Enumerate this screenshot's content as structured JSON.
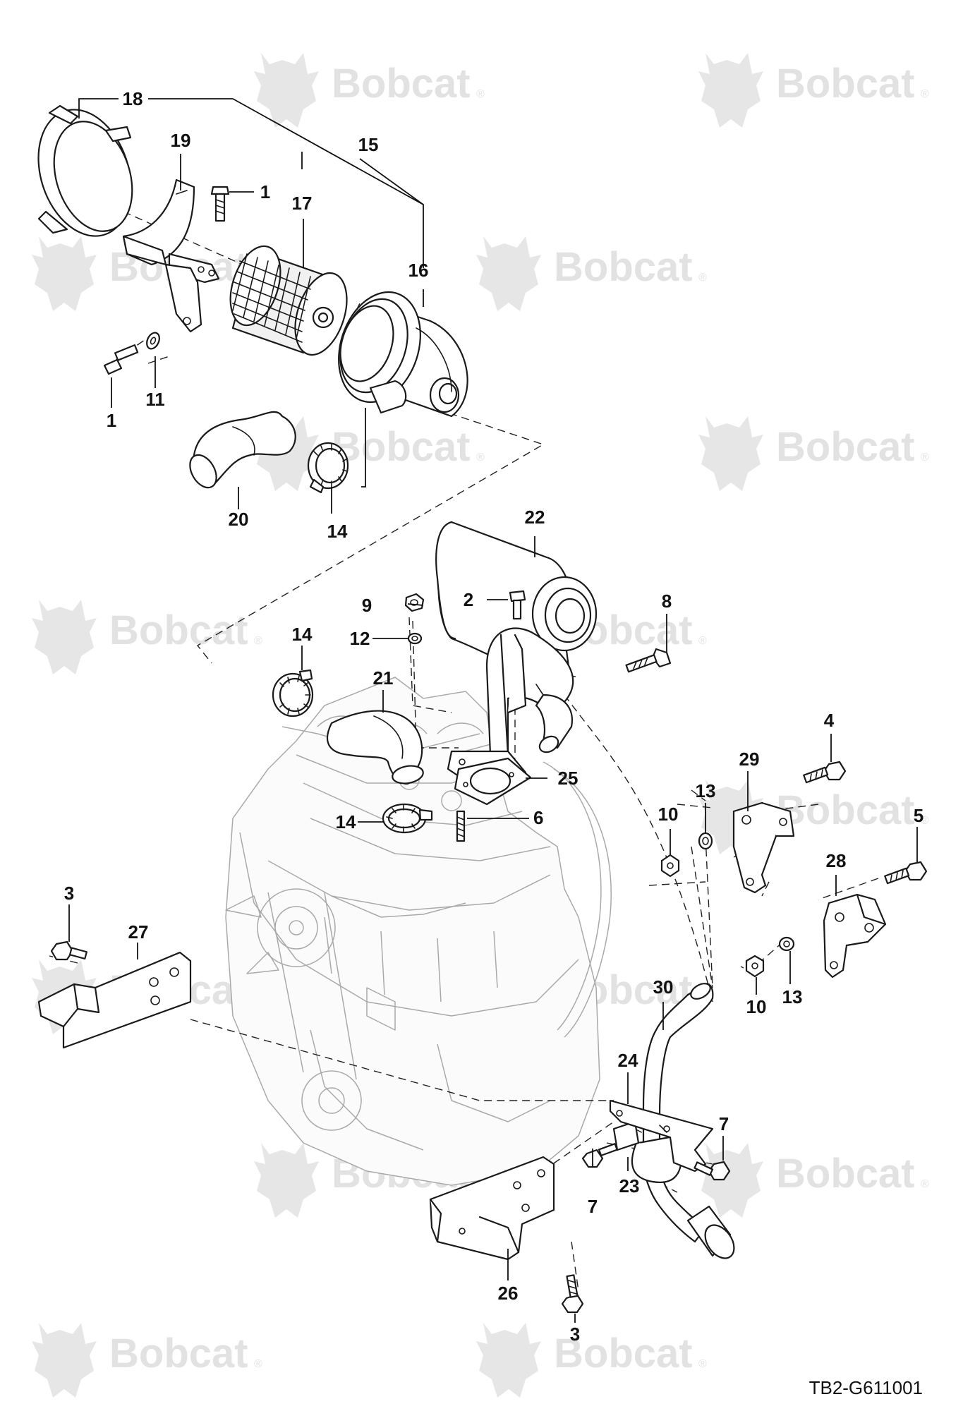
{
  "brand": {
    "watermark_text": "Bobcat",
    "registered_mark": "®",
    "watermark_color": "#e2e2e2"
  },
  "drawing": {
    "code": "TB2-G611001",
    "line_color": "#1a1a1a",
    "engine_line_color": "#a9a9a9"
  },
  "callouts": {
    "c18": "18",
    "c19": "19",
    "c15": "15",
    "c17": "17",
    "c1a": "1",
    "c16": "16",
    "c11": "11",
    "c1b": "1",
    "c20": "20",
    "c14a": "14",
    "c22": "22",
    "c9": "9",
    "c2": "2",
    "c8": "8",
    "c12": "12",
    "c14b": "14",
    "c21": "21",
    "c25": "25",
    "c4": "4",
    "c29": "29",
    "c13a": "13",
    "c10a": "10",
    "c14c": "14",
    "c6": "6",
    "c5": "5",
    "c28": "28",
    "c3a": "3",
    "c27": "27",
    "c10b": "10",
    "c13b": "13",
    "c30": "30",
    "c24": "24",
    "c7a": "7",
    "c23": "23",
    "c7b": "7",
    "c26": "26",
    "c3b": "3"
  }
}
